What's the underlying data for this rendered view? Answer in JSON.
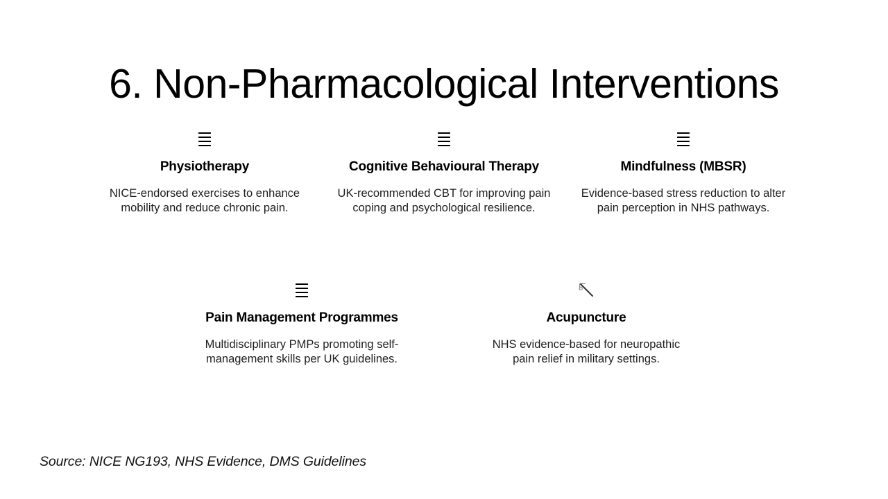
{
  "slide": {
    "title": "6. Non-Pharmacological Interventions",
    "background_color": "#ffffff",
    "text_color": "#111111"
  },
  "rows": [
    {
      "items": [
        {
          "icon": "list-bars-icon",
          "title": "Physiotherapy",
          "description": "NICE-endorsed exercises to enhance mobility and reduce chronic pain."
        },
        {
          "icon": "list-bars-icon",
          "title": "Cognitive Behavioural Therapy",
          "description": "UK-recommended CBT for improving pain coping and psychological resilience."
        },
        {
          "icon": "list-bars-icon",
          "title": "Mindfulness (MBSR)",
          "description": "Evidence-based stress reduction to alter pain perception in NHS pathways."
        }
      ]
    },
    {
      "items": [
        {
          "icon": "list-bars-icon",
          "title": "Pain Management Programmes",
          "description": "Multidisciplinary PMPs promoting self-management skills per UK guidelines."
        },
        {
          "icon": "acupuncture-needle-icon",
          "title": "Acupuncture",
          "description": "NHS evidence-based for neuropathic pain relief in military settings."
        }
      ]
    }
  ],
  "footer": {
    "source": "Source: NICE NG193, NHS Evidence, DMS Guidelines"
  }
}
